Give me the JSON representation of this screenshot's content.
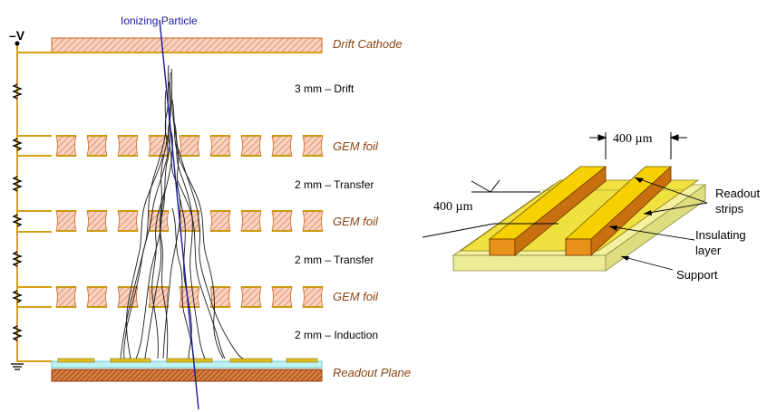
{
  "left_diagram": {
    "particle_label": "Ionizing Particle",
    "voltage_label": "–V",
    "drift_cathode_label": "Drift Cathode",
    "gem_foil_labels": [
      "GEM foil",
      "GEM foil",
      "GEM foil"
    ],
    "gap_labels": [
      "3 mm – Drift",
      "2 mm – Transfer",
      "2 mm – Transfer",
      "2 mm – Induction"
    ],
    "readout_plane_label": "Readout Plane"
  },
  "right_diagram": {
    "top_dimension": "400 µm",
    "left_dimension": "400 µm",
    "readout_strips_label": [
      "Readout",
      "strips"
    ],
    "insulating_layer_label": [
      "Insulating",
      "layer"
    ],
    "support_label": "Support"
  },
  "colors": {
    "copper_fill": "#f4c2a6",
    "copper_stroke": "#d2691e",
    "wire": "#d4a017",
    "strip_top": "#f0d000",
    "strip_orange": "#e8901a",
    "support": "#f0f0a8",
    "insulating": "#f0e060",
    "particle": "#1a1aa0"
  }
}
